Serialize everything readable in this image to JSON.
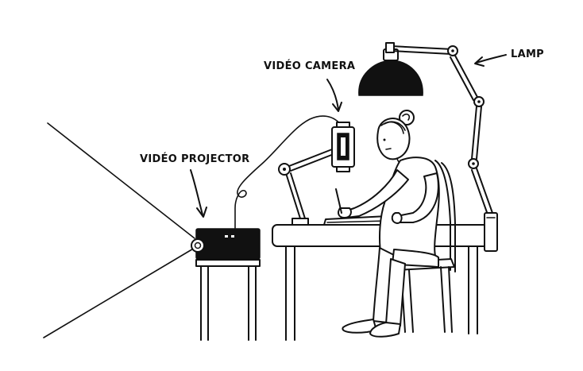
{
  "labels": {
    "video_camera": "VIDÉO CAMERA",
    "lamp": "LAMP",
    "video_projector": "VIDÉO PROJECTOR"
  },
  "colors": {
    "ink": "#111111",
    "background": "#ffffff"
  }
}
